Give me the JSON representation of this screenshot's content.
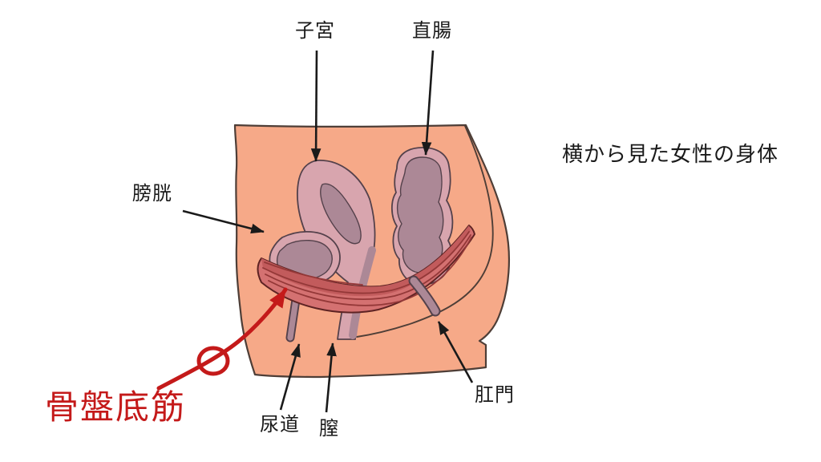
{
  "figure": {
    "title": "横から見た女性の身体",
    "labels": {
      "uterus": "子宮",
      "rectum": "直腸",
      "bladder": "膀胱",
      "pelvic_floor": "骨盤底筋",
      "urethra": "尿道",
      "vagina": "膣",
      "anus": "肛門"
    },
    "colors": {
      "background": "#FFFFFF",
      "skin": "#F6A988",
      "outline": "#4E3E37",
      "organ_wall_pink": "#D8A5AE",
      "organ_lumen_mauve": "#AC8896",
      "muscle_red": "#D47171",
      "muscle_stria": "#943838",
      "label_text": "#1A1A1A",
      "accent_red": "#C41A1A"
    }
  }
}
